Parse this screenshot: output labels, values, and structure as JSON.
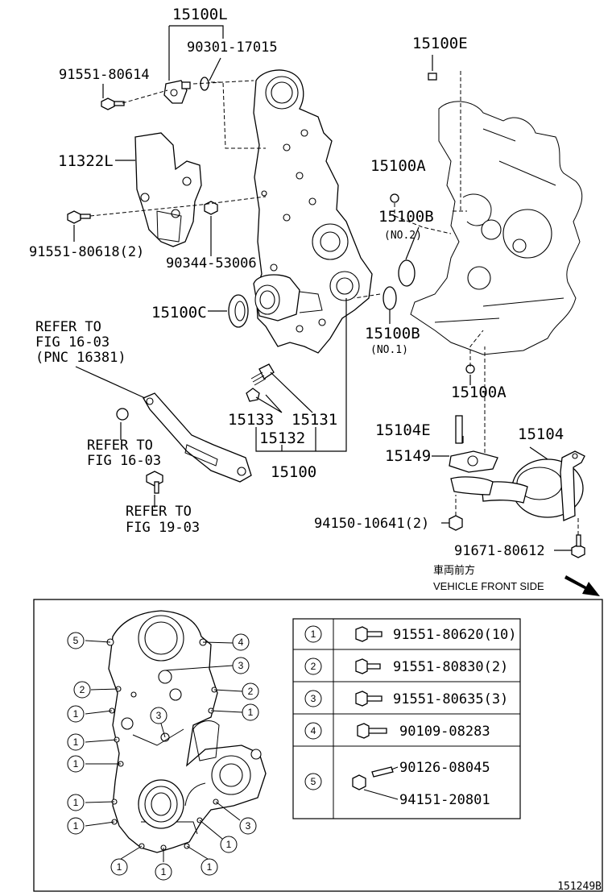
{
  "labels": {
    "p15100L": "15100L",
    "p90301": "90301-17015",
    "p91551_80614": "91551-80614",
    "p15100E": "15100E",
    "p11322L": "11322L",
    "p15100A_top": "15100A",
    "p15100B_no2": "15100B",
    "no2": "(NO.2)",
    "p91551_80618": "91551-80618(2)",
    "p90344": "90344-53006",
    "p15100C": "15100C",
    "p15100B_no1": "15100B",
    "no1": "(NO.1)",
    "refer1_l1": "REFER TO",
    "refer1_l2": "FIG 16-03",
    "refer1_l3": "(PNC 16381)",
    "p15100A_bot": "15100A",
    "p15133": "15133",
    "p15131": "15131",
    "p15132": "15132",
    "p15100": "15100",
    "p15104E": "15104E",
    "p15104": "15104",
    "p15149": "15149",
    "refer2_l1": "REFER TO",
    "refer2_l2": "FIG 16-03",
    "refer3_l1": "REFER TO",
    "refer3_l2": "FIG 19-03",
    "p94150": "94150-10641(2)",
    "p91671": "91671-80612",
    "front_jp": "車両前方",
    "front_en": "VEHICLE FRONT SIDE",
    "fig_id": "151249B"
  },
  "bolt_table": [
    {
      "key": "1",
      "parts": [
        "91551-80620(10)"
      ]
    },
    {
      "key": "2",
      "parts": [
        "91551-80830(2)"
      ]
    },
    {
      "key": "3",
      "parts": [
        "91551-80635(3)"
      ]
    },
    {
      "key": "4",
      "parts": [
        "90109-08283"
      ]
    },
    {
      "key": "5",
      "parts": [
        "90126-08045",
        "94151-20801"
      ]
    }
  ],
  "callouts": [
    "5",
    "4",
    "3",
    "2",
    "2",
    "1",
    "1",
    "1",
    "1",
    "1",
    "1",
    "3",
    "1",
    "1",
    "1",
    "1",
    "3"
  ]
}
